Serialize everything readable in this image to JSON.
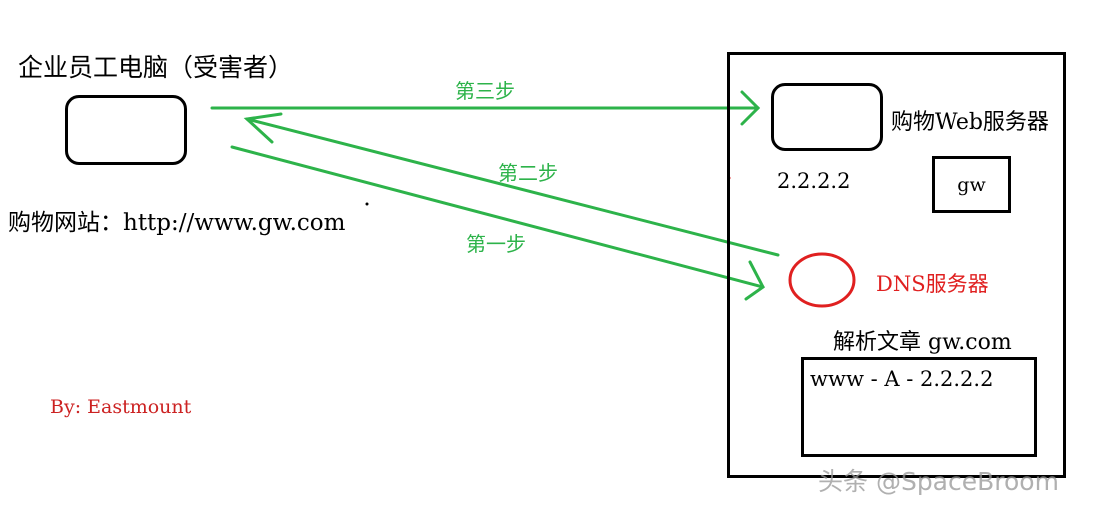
{
  "victim": {
    "title": "企业员工电脑（受害者）",
    "site_label": "购物网站：http://www.gw.com"
  },
  "steps": {
    "step1": "第一步",
    "step2": "第二步",
    "step3": "第三步"
  },
  "server_area": {
    "web_server_label": "购物Web服务器",
    "web_ip": "2.2.2.2",
    "gw_box": "gw",
    "dns_label": "DNS服务器",
    "zone_title": "解析文章 gw.com",
    "record": "www - A - 2.2.2.2"
  },
  "author": "By: Eastmount",
  "watermark": "头条 @SpaceBroom",
  "colors": {
    "arrow": "#2db34a",
    "dns": "#e02020",
    "author": "#cc2222"
  }
}
